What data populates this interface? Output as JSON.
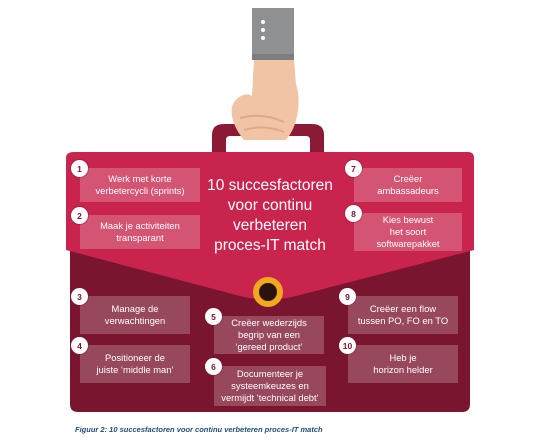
{
  "title_lines": [
    "10 succesfactoren",
    "voor continu",
    "verbeteren",
    "proces-IT match"
  ],
  "factors": [
    {
      "num": "1",
      "text": "Werk met korte\nverbetercycli (sprints)"
    },
    {
      "num": "2",
      "text": "Maak je activiteiten\ntransparant"
    },
    {
      "num": "3",
      "text": "Manage de\nverwachtingen"
    },
    {
      "num": "4",
      "text": "Positioneer de\njuiste ‘middle man’"
    },
    {
      "num": "5",
      "text": "Creëer wederzijds\nbegrip van een\n‘gereed product’"
    },
    {
      "num": "6",
      "text": "Documenteer je\nsysteemkeuzes en\nvermijdt ‘technical debt’"
    },
    {
      "num": "7",
      "text": "Creëer\nambassadeurs"
    },
    {
      "num": "8",
      "text": "Kies bewust\nhet soort\nsoftwarepakket"
    },
    {
      "num": "9",
      "text": "Creëer een flow\ntussen PO, FO en TO"
    },
    {
      "num": "10",
      "text": "Heb je\nhorizon helder"
    }
  ],
  "caption": "Figuur 2: 10 succesfactoren voor continu verbeteren proces-IT match",
  "colors": {
    "bag_top": "#c8244e",
    "bag_body": "#7a1530",
    "handle": "#8a1a36",
    "clasp": "#f2a81d",
    "sleeve": "#8e9092",
    "skin": "#f2c4a6"
  }
}
